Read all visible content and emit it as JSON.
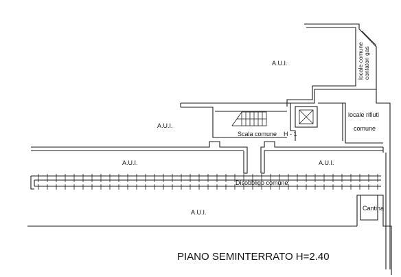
{
  "plan": {
    "title": "PIANO SEMINTERRATO  H=2.40",
    "rooms": {
      "aui_top_right": "A.U.I.",
      "aui_mid_left": "A.U.I.",
      "aui_corridor_left": "A.U.I.",
      "aui_corridor_right": "A.U.I.",
      "aui_bottom": "A.U.I.",
      "scala_comune": "Scala comune",
      "h1": "H - 1",
      "locale_rifiuti": "locale rifiuti",
      "comune": "comune",
      "locale_comune": "locale comune",
      "contatori_gas": "contatori gas",
      "disobbligo": "Disobbligo comune",
      "cantina": "Cantina"
    }
  }
}
